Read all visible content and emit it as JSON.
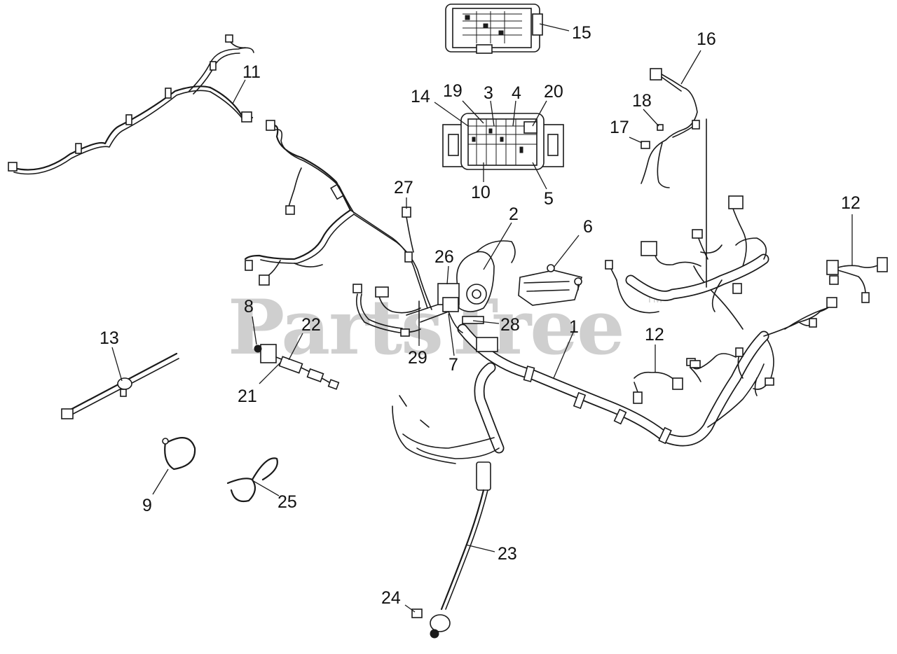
{
  "watermark": {
    "text": "PartsTree",
    "trademark": "TM",
    "color": "#cfcfcf"
  },
  "callouts": [
    {
      "id": "1",
      "label": "1"
    },
    {
      "id": "2",
      "label": "2"
    },
    {
      "id": "3",
      "label": "3"
    },
    {
      "id": "4",
      "label": "4"
    },
    {
      "id": "5",
      "label": "5"
    },
    {
      "id": "6",
      "label": "6"
    },
    {
      "id": "7",
      "label": "7"
    },
    {
      "id": "8",
      "label": "8"
    },
    {
      "id": "9",
      "label": "9"
    },
    {
      "id": "10",
      "label": "10"
    },
    {
      "id": "11",
      "label": "11"
    },
    {
      "id": "12a",
      "label": "12"
    },
    {
      "id": "12b",
      "label": "12"
    },
    {
      "id": "13",
      "label": "13"
    },
    {
      "id": "14",
      "label": "14"
    },
    {
      "id": "15",
      "label": "15"
    },
    {
      "id": "16",
      "label": "16"
    },
    {
      "id": "17",
      "label": "17"
    },
    {
      "id": "18",
      "label": "18"
    },
    {
      "id": "19",
      "label": "19"
    },
    {
      "id": "20",
      "label": "20"
    },
    {
      "id": "21",
      "label": "21"
    },
    {
      "id": "22",
      "label": "22"
    },
    {
      "id": "23",
      "label": "23"
    },
    {
      "id": "24",
      "label": "24"
    },
    {
      "id": "25",
      "label": "25"
    },
    {
      "id": "26",
      "label": "26"
    },
    {
      "id": "27",
      "label": "27"
    },
    {
      "id": "28",
      "label": "28"
    },
    {
      "id": "29",
      "label": "29"
    }
  ]
}
